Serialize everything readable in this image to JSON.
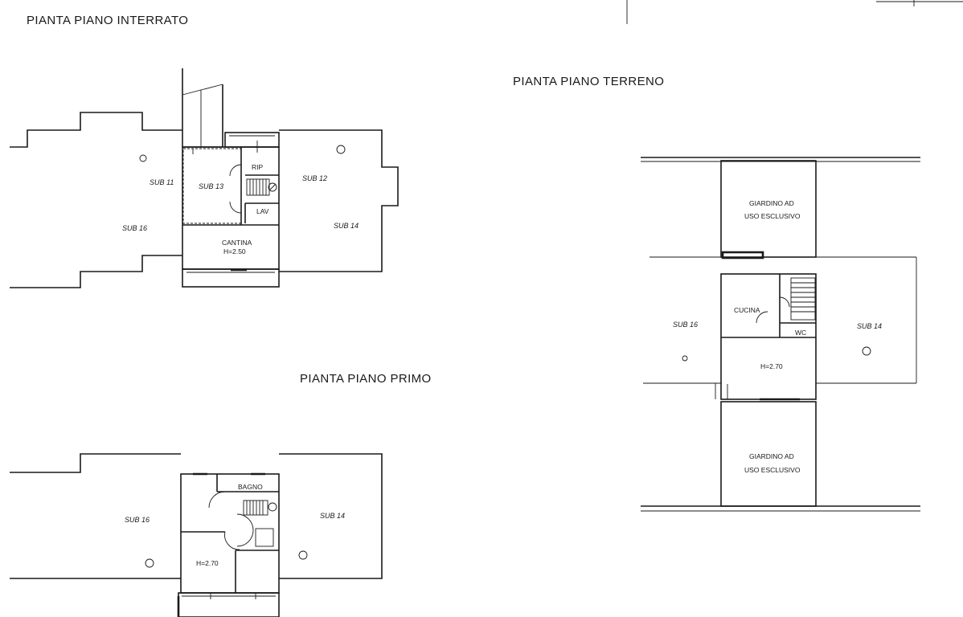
{
  "plans": {
    "basement": {
      "title": "PIANTA PIANO INTERRATO",
      "labels": {
        "sub11_left": "SUB 11",
        "sub16": "SUB 16",
        "sub13": "SUB 13",
        "rip": "RIP",
        "lav": "LAV",
        "sub12": "SUB 12",
        "sub14": "SUB 14",
        "cantina": "CANTINA",
        "cantina_height": "H=2.50"
      }
    },
    "ground": {
      "title": "PIANTA PIANO TERRENO",
      "labels": {
        "garden_top_1": "GIARDINO AD",
        "garden_top_2": "USO ESCLUSIVO",
        "cucina": "CUCINA",
        "wc": "WC",
        "sub16": "SUB 16",
        "sub14": "SUB 14",
        "height": "H=2.70",
        "garden_bottom_1": "GIARDINO AD",
        "garden_bottom_2": "USO ESCLUSIVO"
      }
    },
    "first": {
      "title": "PIANTA PIANO PRIMO",
      "labels": {
        "bagno": "BAGNO",
        "sub16": "SUB 16",
        "sub14": "SUB 14",
        "height": "H=2.70"
      }
    }
  }
}
